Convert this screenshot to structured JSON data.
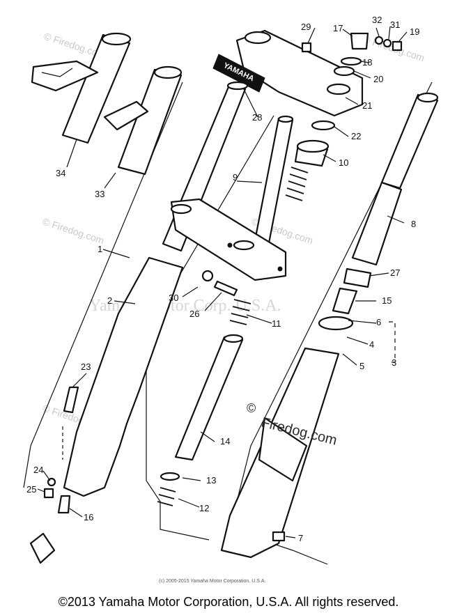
{
  "diagram": {
    "callouts": [
      "29",
      "17",
      "32",
      "31",
      "19",
      "18",
      "20",
      "21",
      "22",
      "10",
      "9",
      "8",
      "28",
      "34",
      "33",
      "1",
      "2",
      "30",
      "26",
      "11",
      "27",
      "15",
      "6",
      "4",
      "5",
      "3",
      "23",
      "14",
      "13",
      "12",
      "24",
      "25",
      "16",
      "7"
    ],
    "logo_text": "YAMAHA",
    "watermark_mid": "Yamaha Motor Corp. U.S.A.",
    "watermark_brand": "Firedog.com",
    "watermark_small": "© Firedog.com",
    "small_copyright": "(c) 2005-2015 Yamaha Motor Corporation, U.S.A."
  },
  "footer": {
    "copyright": "©2013 Yamaha Motor Corporation, U.S.A. All rights reserved."
  }
}
